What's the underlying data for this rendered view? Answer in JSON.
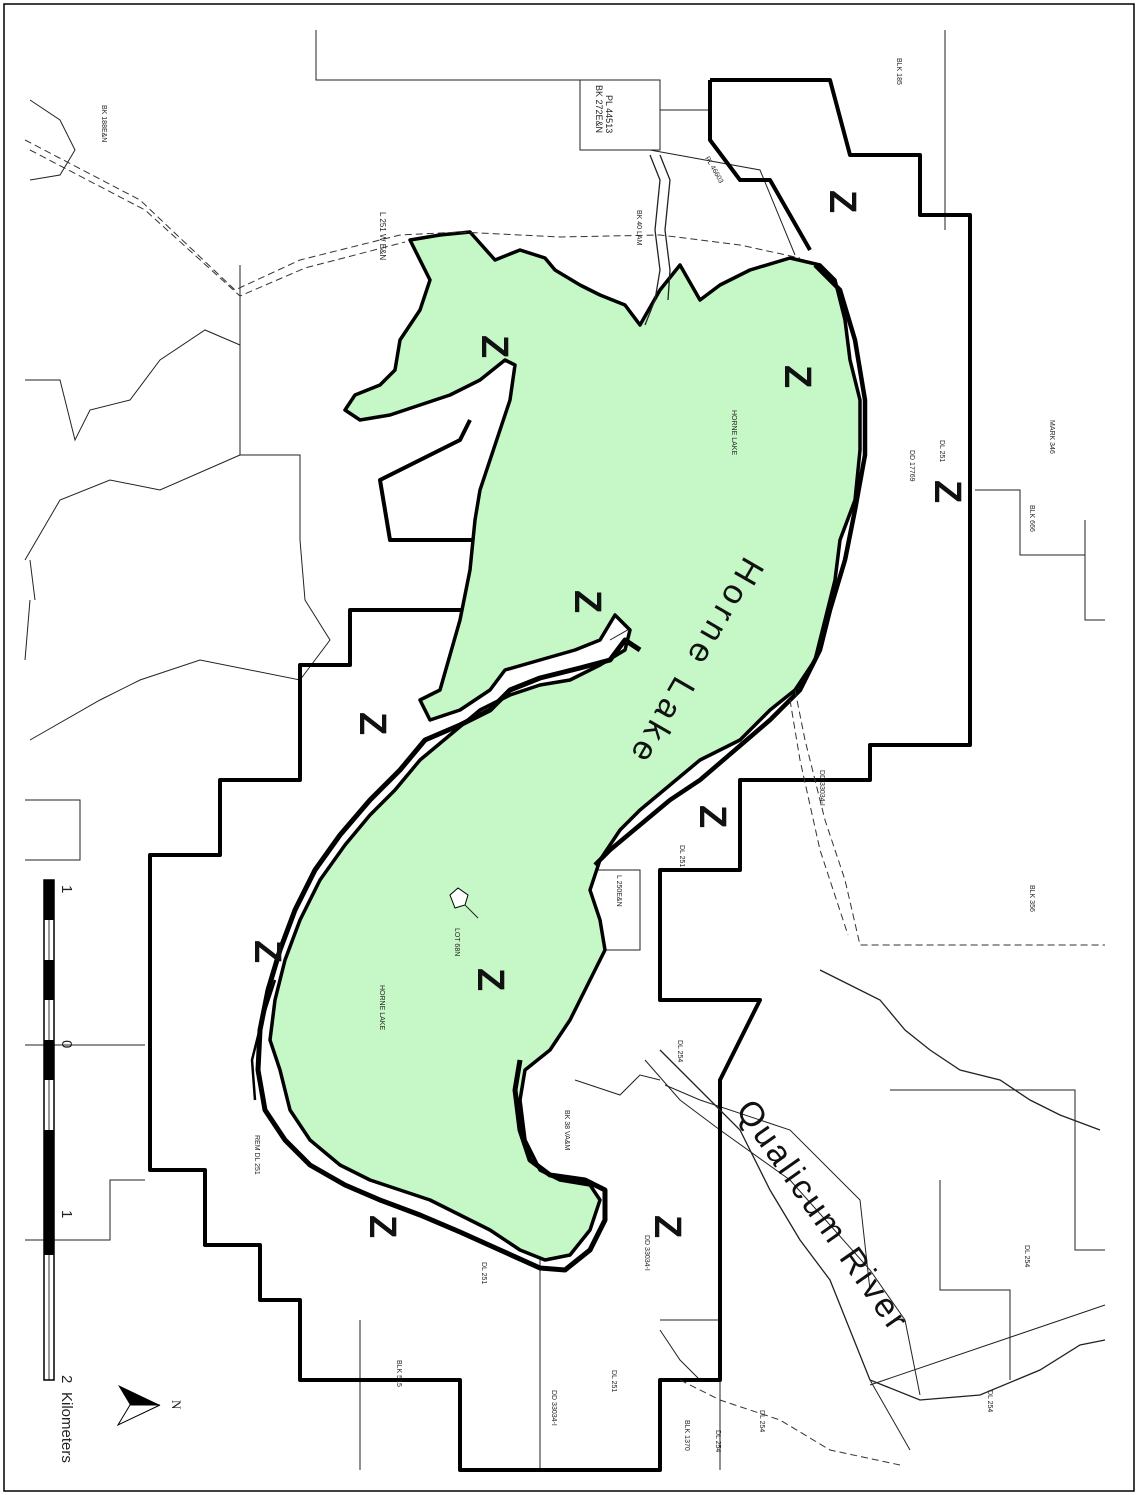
{
  "lake_name": "Horne Lake",
  "river_name": "Qualicum River",
  "zone_marker": "Z",
  "colors": {
    "lake_fill": "#C6F7C6",
    "lines": "#000000",
    "background": "#FFFFFF"
  },
  "lake_labels": [
    "HORNE LAKE",
    "HORNE LAKE"
  ],
  "parcel_labels": [
    "BK 188E&N",
    "BK 272E&N",
    "PL 44513",
    "BLK 185",
    "PL 46603",
    "L 251 W E&N",
    "BK 40 LAM",
    "DL 251",
    "DD 17769",
    "MARK 346",
    "BLK 666",
    "DD 33034-I",
    "DL 251",
    "L 250E&N",
    "BLK 356",
    "DL 254",
    "BK 38 VA&M",
    "REM DL 251",
    "DL 251",
    "DD 33034-I",
    "BLK 515",
    "DL 251",
    "DD 33034-I",
    "BLK 1370",
    "DL 254",
    "DL 254",
    "DL 254",
    "LOT 68N",
    "DL 254"
  ],
  "scale_bar": {
    "ticks": [
      "1",
      "0",
      "1",
      "2"
    ],
    "unit": "Kilometers"
  },
  "north_arrow": {
    "label": "N"
  }
}
